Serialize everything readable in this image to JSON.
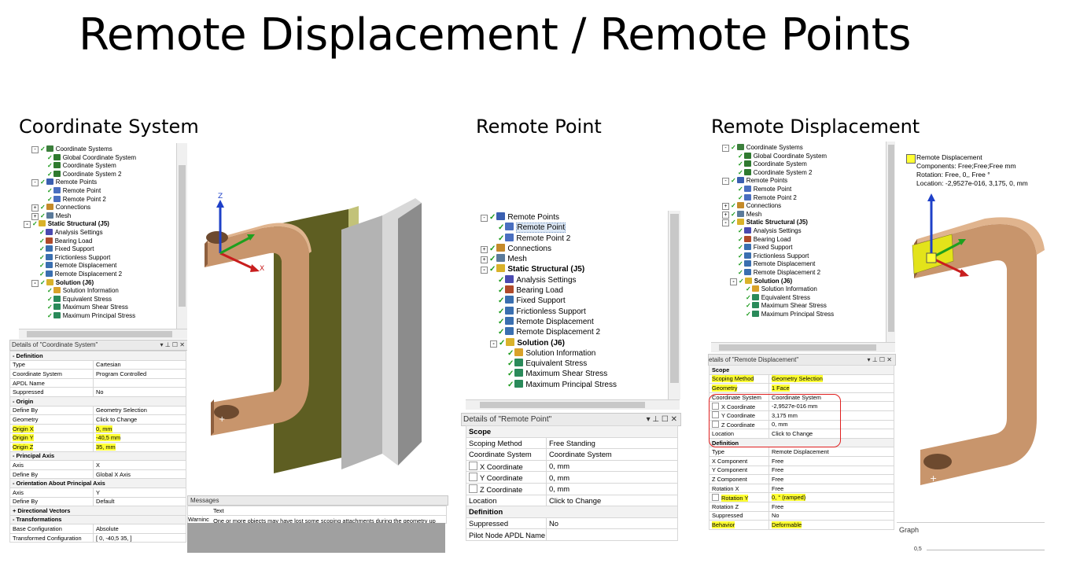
{
  "slide": {
    "title": "Remote Displacement / Remote Points"
  },
  "sections": {
    "coordinate_system": "Coordinate System",
    "remote_point": "Remote Point",
    "remote_displacement": "Remote Displacement"
  },
  "tree_left": [
    {
      "label": "Coordinate Systems",
      "indent": 1,
      "icon": "coordinate-systems-icon",
      "expander": "-"
    },
    {
      "label": "Global Coordinate System",
      "indent": 2,
      "icon": "axes-icon"
    },
    {
      "label": "Coordinate System",
      "indent": 2,
      "icon": "axes-icon"
    },
    {
      "label": "Coordinate System 2",
      "indent": 2,
      "icon": "axes-icon"
    },
    {
      "label": "Remote Points",
      "indent": 1,
      "icon": "remote-points-icon",
      "expander": "-"
    },
    {
      "label": "Remote Point",
      "indent": 2,
      "icon": "remote-point-icon"
    },
    {
      "label": "Remote Point 2",
      "indent": 2,
      "icon": "remote-point-icon"
    },
    {
      "label": "Connections",
      "indent": 1,
      "icon": "connections-icon",
      "expander": "+"
    },
    {
      "label": "Mesh",
      "indent": 1,
      "icon": "mesh-icon",
      "expander": "+"
    },
    {
      "label": "Static Structural (J5)",
      "indent": 0,
      "icon": "static-structural-icon",
      "expander": "-",
      "bold": true
    },
    {
      "label": "Analysis Settings",
      "indent": 1,
      "icon": "analysis-settings-icon"
    },
    {
      "label": "Bearing Load",
      "indent": 1,
      "icon": "bearing-load-icon"
    },
    {
      "label": "Fixed Support",
      "indent": 1,
      "icon": "fixed-support-icon"
    },
    {
      "label": "Frictionless Support",
      "indent": 1,
      "icon": "frictionless-support-icon"
    },
    {
      "label": "Remote Displacement",
      "indent": 1,
      "icon": "remote-displacement-icon"
    },
    {
      "label": "Remote Displacement 2",
      "indent": 1,
      "icon": "remote-displacement-icon"
    },
    {
      "label": "Solution (J6)",
      "indent": 1,
      "icon": "solution-icon",
      "expander": "-",
      "bold": true
    },
    {
      "label": "Solution Information",
      "indent": 2,
      "icon": "solution-information-icon"
    },
    {
      "label": "Equivalent Stress",
      "indent": 2,
      "icon": "stress-icon"
    },
    {
      "label": "Maximum Shear Stress",
      "indent": 2,
      "icon": "stress-icon"
    },
    {
      "label": "Maximum Principal Stress",
      "indent": 2,
      "icon": "stress-icon"
    }
  ],
  "tree_mid": [
    {
      "label": "Remote Points",
      "indent": 0,
      "icon": "remote-points-icon",
      "expander": "-"
    },
    {
      "label": "Remote Point",
      "indent": 1,
      "icon": "remote-point-icon",
      "selected": true
    },
    {
      "label": "Remote Point 2",
      "indent": 1,
      "icon": "remote-point-icon"
    },
    {
      "label": "Connections",
      "indent": 0,
      "icon": "connections-icon",
      "expander": "+"
    },
    {
      "label": "Mesh",
      "indent": 0,
      "icon": "mesh-icon",
      "expander": "+"
    },
    {
      "label": "Static Structural (J5)",
      "indent": 0,
      "icon": "static-structural-icon",
      "expander": "-",
      "bold": true
    },
    {
      "label": "Analysis Settings",
      "indent": 1,
      "icon": "analysis-settings-icon"
    },
    {
      "label": "Bearing Load",
      "indent": 1,
      "icon": "bearing-load-icon"
    },
    {
      "label": "Fixed Support",
      "indent": 1,
      "icon": "fixed-support-icon"
    },
    {
      "label": "Frictionless Support",
      "indent": 1,
      "icon": "frictionless-support-icon"
    },
    {
      "label": "Remote Displacement",
      "indent": 1,
      "icon": "remote-displacement-icon"
    },
    {
      "label": "Remote Displacement 2",
      "indent": 1,
      "icon": "remote-displacement-icon"
    },
    {
      "label": "Solution (J6)",
      "indent": 1,
      "icon": "solution-icon",
      "expander": "-",
      "bold": true
    },
    {
      "label": "Solution Information",
      "indent": 2,
      "icon": "solution-information-icon"
    },
    {
      "label": "Equivalent Stress",
      "indent": 2,
      "icon": "stress-icon"
    },
    {
      "label": "Maximum Shear Stress",
      "indent": 2,
      "icon": "stress-icon"
    },
    {
      "label": "Maximum Principal Stress",
      "indent": 2,
      "icon": "stress-icon"
    }
  ],
  "tree_right": [
    {
      "label": "Coordinate Systems",
      "indent": 1,
      "icon": "coordinate-systems-icon",
      "expander": "-"
    },
    {
      "label": "Global Coordinate System",
      "indent": 2,
      "icon": "axes-icon"
    },
    {
      "label": "Coordinate System",
      "indent": 2,
      "icon": "axes-icon"
    },
    {
      "label": "Coordinate System 2",
      "indent": 2,
      "icon": "axes-icon"
    },
    {
      "label": "Remote Points",
      "indent": 1,
      "icon": "remote-points-icon",
      "expander": "-"
    },
    {
      "label": "Remote Point",
      "indent": 2,
      "icon": "remote-point-icon"
    },
    {
      "label": "Remote Point 2",
      "indent": 2,
      "icon": "remote-point-icon"
    },
    {
      "label": "Connections",
      "indent": 1,
      "icon": "connections-icon",
      "expander": "+"
    },
    {
      "label": "Mesh",
      "indent": 1,
      "icon": "mesh-icon",
      "expander": "+"
    },
    {
      "label": "Static Structural (J5)",
      "indent": 1,
      "icon": "static-structural-icon",
      "expander": "-",
      "bold": true
    },
    {
      "label": "Analysis Settings",
      "indent": 2,
      "icon": "analysis-settings-icon"
    },
    {
      "label": "Bearing Load",
      "indent": 2,
      "icon": "bearing-load-icon"
    },
    {
      "label": "Fixed Support",
      "indent": 2,
      "icon": "fixed-support-icon"
    },
    {
      "label": "Frictionless Support",
      "indent": 2,
      "icon": "frictionless-support-icon"
    },
    {
      "label": "Remote Displacement",
      "indent": 2,
      "icon": "remote-displacement-icon"
    },
    {
      "label": "Remote Displacement 2",
      "indent": 2,
      "icon": "remote-displacement-icon"
    },
    {
      "label": "Solution (J6)",
      "indent": 2,
      "icon": "solution-icon",
      "expander": "-",
      "bold": true
    },
    {
      "label": "Solution Information",
      "indent": 3,
      "icon": "solution-information-icon"
    },
    {
      "label": "Equivalent Stress",
      "indent": 3,
      "icon": "stress-icon"
    },
    {
      "label": "Maximum Shear Stress",
      "indent": 3,
      "icon": "stress-icon"
    },
    {
      "label": "Maximum Principal Stress",
      "indent": 3,
      "icon": "stress-icon"
    }
  ],
  "details_left": {
    "header": "Details of \"Coordinate System\"",
    "rows": [
      {
        "type": "section",
        "label": "Definition",
        "exp": "-"
      },
      {
        "label": "Type",
        "value": "Cartesian"
      },
      {
        "label": "Coordinate System",
        "value": "Program Controlled"
      },
      {
        "label": "APDL Name",
        "value": ""
      },
      {
        "label": "Suppressed",
        "value": "No"
      },
      {
        "type": "section",
        "label": "Origin",
        "exp": "-"
      },
      {
        "label": "Define By",
        "value": "Geometry Selection"
      },
      {
        "label": "Geometry",
        "value": "Click to Change"
      },
      {
        "label": "Origin X",
        "value": "0, mm",
        "hl": true
      },
      {
        "label": "Origin Y",
        "value": "-40,5 mm",
        "hl": true
      },
      {
        "label": "Origin Z",
        "value": "35, mm",
        "hl": true
      },
      {
        "type": "section",
        "label": "Principal Axis",
        "exp": "-"
      },
      {
        "label": "Axis",
        "value": "X"
      },
      {
        "label": "Define By",
        "value": "Global X Axis"
      },
      {
        "type": "section",
        "label": "Orientation About Principal Axis",
        "exp": "-"
      },
      {
        "label": "Axis",
        "value": "Y"
      },
      {
        "label": "Define By",
        "value": "Default"
      },
      {
        "type": "section",
        "label": "Directional Vectors",
        "exp": "+"
      },
      {
        "type": "section",
        "label": "Transformations",
        "exp": "-"
      },
      {
        "label": "Base Configuration",
        "value": "Absolute"
      },
      {
        "label": "Transformed Configuration",
        "value": "[ 0,  -40,5  35,  ]"
      }
    ]
  },
  "details_mid": {
    "header": "Details of \"Remote Point\"",
    "rows": [
      {
        "type": "section",
        "label": "Scope"
      },
      {
        "label": "Scoping Method",
        "value": "Free Standing"
      },
      {
        "label": "Coordinate System",
        "value": "Coordinate System"
      },
      {
        "label": "X Coordinate",
        "value": "0, mm",
        "checkbox": true
      },
      {
        "label": "Y Coordinate",
        "value": "0, mm",
        "checkbox": true
      },
      {
        "label": "Z Coordinate",
        "value": "0, mm",
        "checkbox": true
      },
      {
        "label": "Location",
        "value": "Click to Change"
      },
      {
        "type": "section",
        "label": "Definition"
      },
      {
        "label": "Suppressed",
        "value": "No"
      },
      {
        "label": "Pilot Node APDL Name",
        "value": ""
      }
    ]
  },
  "details_right": {
    "header": "etails of \"Remote Displacement\"",
    "rows": [
      {
        "type": "section",
        "label": "Scope"
      },
      {
        "label": "Scoping Method",
        "value": "Geometry Selection",
        "hl": true
      },
      {
        "label": "Geometry",
        "value": "1 Face",
        "hl": true
      },
      {
        "label": "Coordinate System",
        "value": "Coordinate System"
      },
      {
        "label": "X Coordinate",
        "value": "-2,9527e-016 mm",
        "checkbox": true
      },
      {
        "label": "Y Coordinate",
        "value": "3,175 mm",
        "checkbox": true
      },
      {
        "label": "Z Coordinate",
        "value": "0, mm",
        "checkbox": true
      },
      {
        "label": "Location",
        "value": "Click to Change"
      },
      {
        "type": "section",
        "label": "Definition"
      },
      {
        "label": "Type",
        "value": "Remote Displacement"
      },
      {
        "label": "X Component",
        "value": "Free"
      },
      {
        "label": "Y Component",
        "value": "Free"
      },
      {
        "label": "Z Component",
        "value": "Free"
      },
      {
        "label": "Rotation X",
        "value": "Free"
      },
      {
        "label": "Rotation Y",
        "value": "0, °  (ramped)",
        "hl": true,
        "checkbox": true
      },
      {
        "label": "Rotation Z",
        "value": "Free"
      },
      {
        "label": "Suppressed",
        "value": "No"
      },
      {
        "label": "Behavior",
        "value": "Deformable",
        "hl": true
      }
    ]
  },
  "messages": {
    "title": "Messages",
    "col_text": "Text",
    "row_type": "Warninc",
    "row_text": "One or more objects may have lost some scoping attachments during the geometry up"
  },
  "legend_right": {
    "name": "Remote Displacement",
    "components": "Components: Free;Free;Free mm",
    "rotation": "Rotation: Free, 0,, Free °",
    "location": "Location: -2,9527e-016, 3,175, 0, mm"
  },
  "axis_labels": {
    "z": "Z",
    "x": "X"
  },
  "graph": {
    "title": "Graph",
    "tick": "0,5"
  },
  "colors": {
    "part_tan": "#c8956c",
    "part_dark": "#8e5f3e",
    "plate_olive": "#5e5e22",
    "plate_olive_light": "#c2c279",
    "highlight_yellow": "#ffff33",
    "check_green": "#1a9a1a",
    "red_box": "#e02020"
  }
}
